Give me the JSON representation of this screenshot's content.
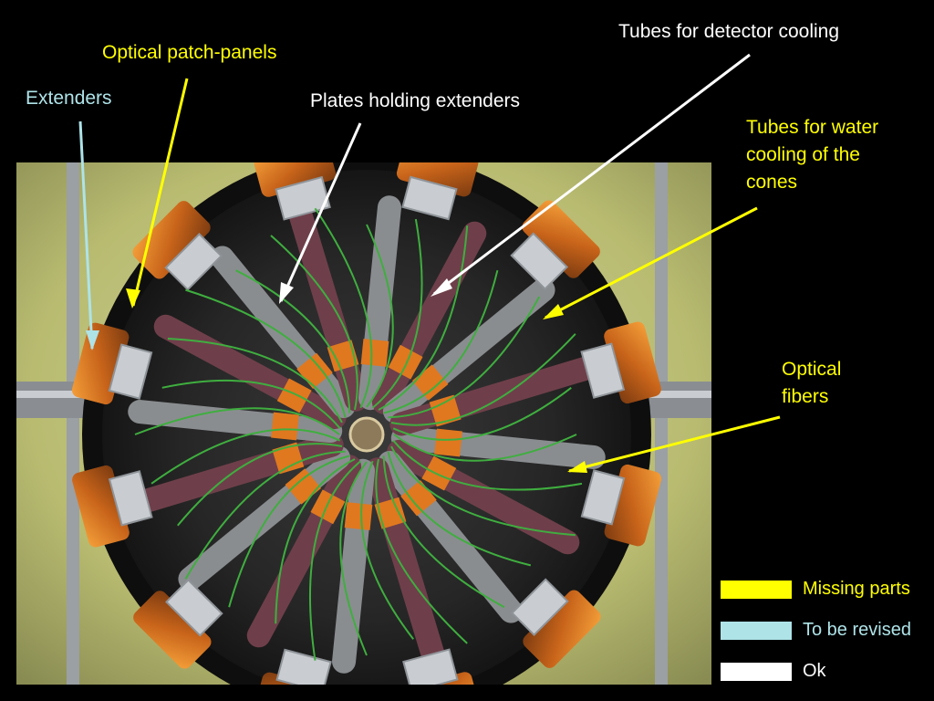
{
  "labels": {
    "detector_cooling": "Tubes for detector cooling",
    "patch_panels": "Optical patch-panels",
    "extenders": "Extenders",
    "plates": "Plates holding extenders",
    "water_cooling": "Tubes for water\ncooling of the\ncones",
    "optical_fibers": "Optical\nfibers"
  },
  "legend": [
    {
      "color": "#ffff00",
      "text": "Missing parts"
    },
    {
      "color": "#aee3e8",
      "text": "To be revised"
    },
    {
      "color": "#ffffff",
      "text": "Ok"
    }
  ],
  "colors": {
    "background": "#000000",
    "missing": "#ffff00",
    "revise": "#aee3e8",
    "ok": "#ffffff",
    "copper": "#d2731f",
    "fiber": "#3fae3f"
  }
}
